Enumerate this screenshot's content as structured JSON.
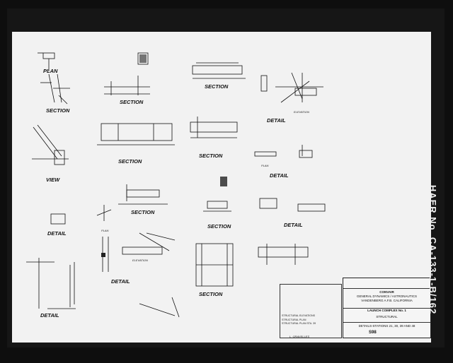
{
  "drawing": {
    "views": [
      {
        "name": "plan-1",
        "title": "PLAN"
      },
      {
        "name": "section-1",
        "title": "SECTION"
      },
      {
        "name": "section-2",
        "title": "SECTION"
      },
      {
        "name": "section-3",
        "title": "SECTION"
      },
      {
        "name": "detail-1",
        "title": "DETAIL"
      },
      {
        "name": "elevation-1",
        "title": "ELEVATION"
      },
      {
        "name": "view-1",
        "title": "VIEW"
      },
      {
        "name": "section-4",
        "title": "SECTION"
      },
      {
        "name": "section-5",
        "title": "SECTION"
      },
      {
        "name": "plan-2",
        "title": "PLAN"
      },
      {
        "name": "detail-2",
        "title": "DETAIL"
      },
      {
        "name": "detail-3",
        "title": "DETAIL"
      },
      {
        "name": "section-6",
        "title": "SECTION"
      },
      {
        "name": "section-7",
        "title": "SECTION"
      },
      {
        "name": "detail-4",
        "title": "DETAIL"
      },
      {
        "name": "plan-3",
        "title": "PLAN"
      },
      {
        "name": "elevation-2",
        "title": "ELEVATION"
      },
      {
        "name": "detail-5",
        "title": "DETAIL"
      },
      {
        "name": "detail-6",
        "title": "DETAIL"
      },
      {
        "name": "section-8",
        "title": "SECTION"
      }
    ],
    "title_block": {
      "company": "CONVAIR",
      "division": "GENERAL DYNAMICS / ASTRONAUTICS",
      "location": "VANDENBERG A.F.B. CALIFORNIA",
      "project": "LAUNCH COMPLEX No. 1",
      "category": "STRUCTURAL",
      "sheet_title": "DETAILS-STATIONS 21, 30, 39 AND 48",
      "sheet_number": "S98"
    },
    "references": [
      "STRUCTURAL ELEVATIONS",
      "STRUCTURAL PLAN",
      "STRUCTURAL PLAN STA. 39"
    ],
    "bottom_note": "L. GRAVELLES",
    "side_label": "HAER No. CA-133-1-B/162"
  }
}
